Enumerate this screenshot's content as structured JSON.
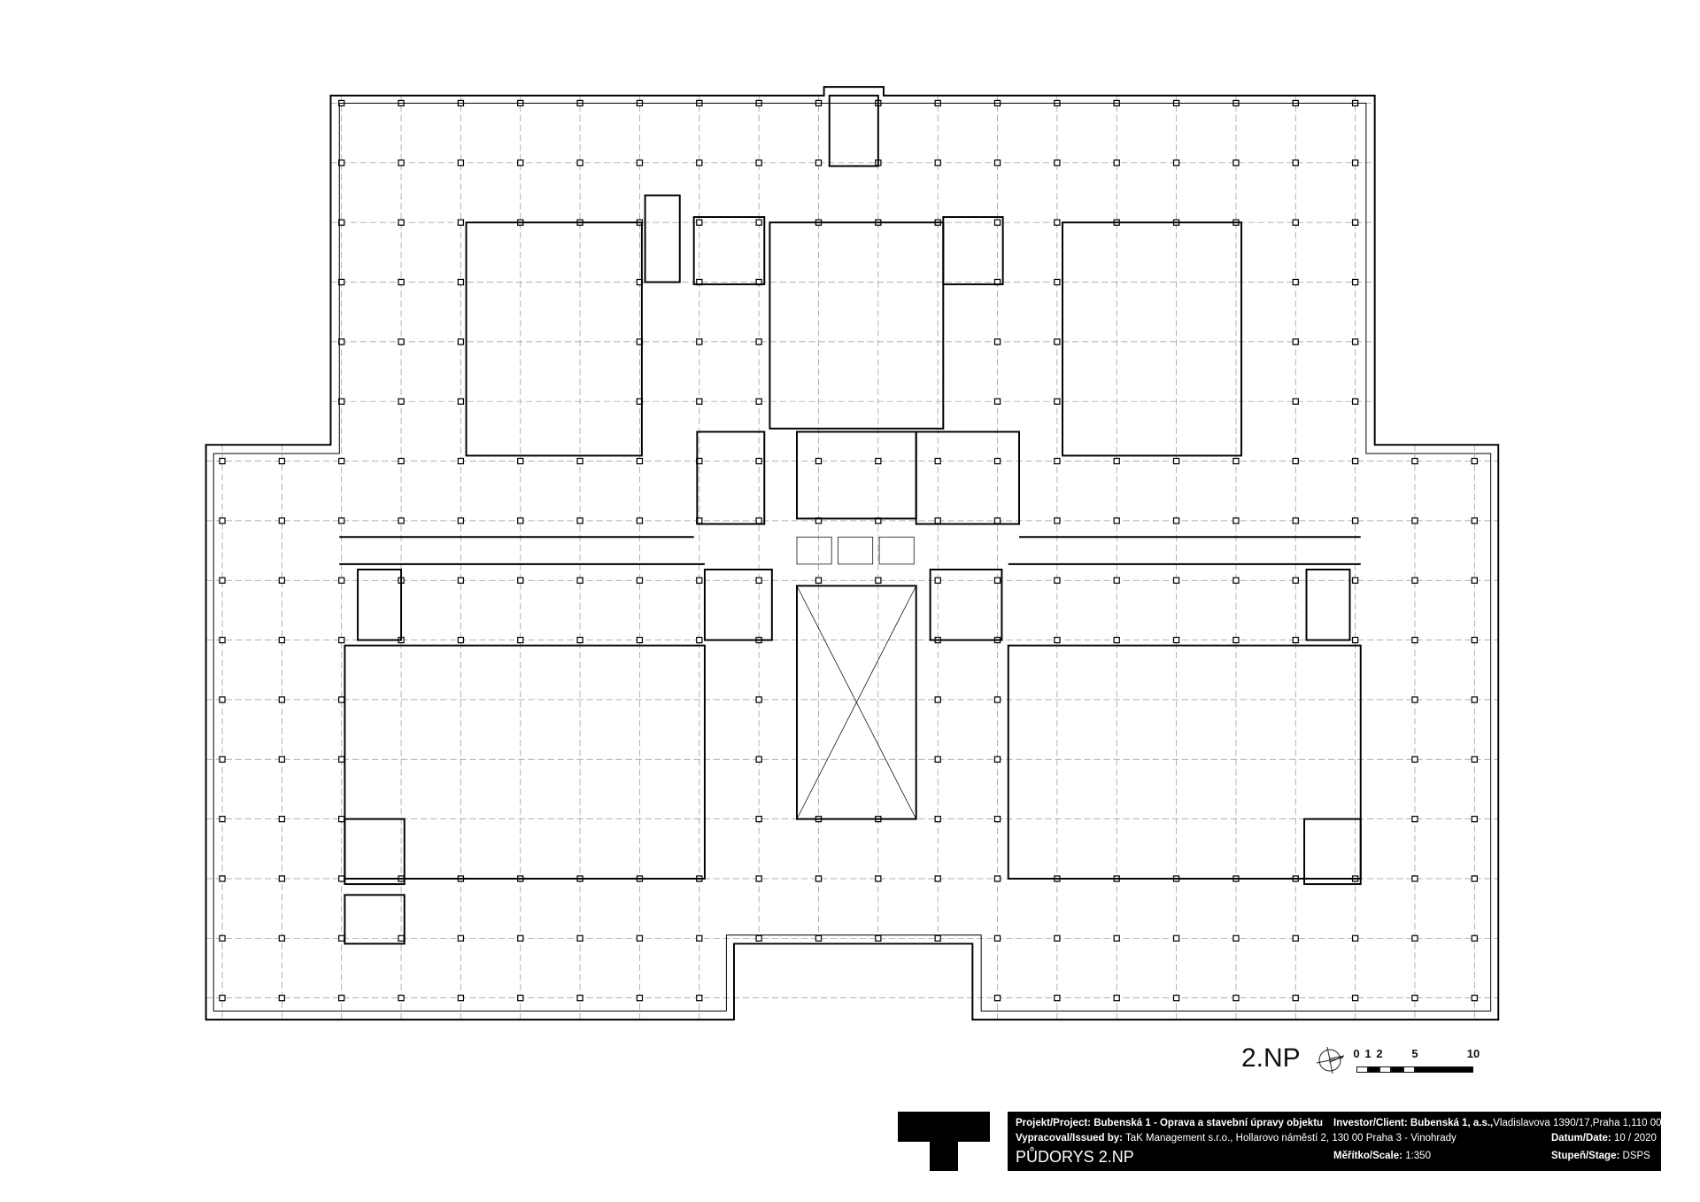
{
  "drawing": {
    "floor_label": "2.NP",
    "scale_ticks": [
      "0",
      "1",
      "2",
      "5",
      "10"
    ],
    "compass_icon": "north-arrow-icon"
  },
  "title_block": {
    "project_label": "Projekt/Project:",
    "project_value": "Bubenská 1 - Oprava a stavební úpravy objektu",
    "client_label": "Investor/Client:",
    "client_value": "Bubenská 1, a.s.,",
    "client_address": "Vladislavova 1390/17,Praha 1,110 00",
    "issued_label": "Vypracoval/Issued by:",
    "issued_value": "TaK Management s.r.o., Hollarovo náměstí 2, 130 00 Praha 3 - Vinohrady",
    "date_label": "Datum/Date:",
    "date_value": "10 / 2020",
    "drawing_title": "PŮDORYS 2.NP",
    "scale_label": "Měřítko/Scale:",
    "scale_value": "1:350",
    "stage_label": "Stupeň/Stage:",
    "stage_value": "DSPS"
  }
}
